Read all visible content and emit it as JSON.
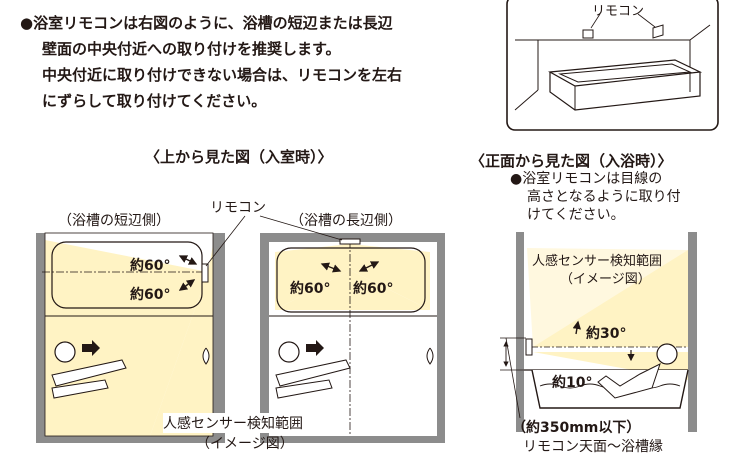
{
  "intro": {
    "bullet": "●",
    "lines": [
      "浴室リモコンは右図のように、浴槽の短辺または長辺",
      "壁面の中央付近への取り付けを推奨します。",
      "中央付近に取り付けできない場合は、リモコンを左右",
      "にずらして取り付けてください。"
    ]
  },
  "top_view": {
    "heading": "〈上から見た図（入室時）〉",
    "short_side": "（浴槽の短辺側）",
    "long_side": "（浴槽の長辺側）",
    "remote_label": "リモコン",
    "angle": "約60°",
    "sensor_range": "人感センサー検知範囲",
    "image_note": "（イメージ図）"
  },
  "perspective": {
    "remote_label": "リモコン"
  },
  "front_view": {
    "heading": "〈正面から見た図（入浴時）〉",
    "note_lines": [
      "●浴室リモコンは目線の",
      "高さとなるように取り付",
      "けてください。"
    ],
    "sensor_range": "人感センサー検知範囲",
    "image_note": "（イメージ図）",
    "angle_up": "約30°",
    "angle_down": "約10°",
    "height_note": "（約350mm以下）",
    "height_caption": "リモコン天面〜浴槽縁"
  },
  "colors": {
    "wall": "#8c8c8c",
    "sensor": "#fff3c4",
    "line": "#231815"
  }
}
